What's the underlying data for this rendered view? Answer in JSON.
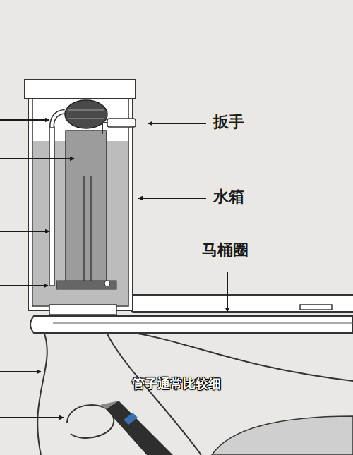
{
  "diagram": {
    "labels": [
      "扳手",
      "水箱",
      "马桶圈",
      "管子通常比较细"
    ]
  }
}
